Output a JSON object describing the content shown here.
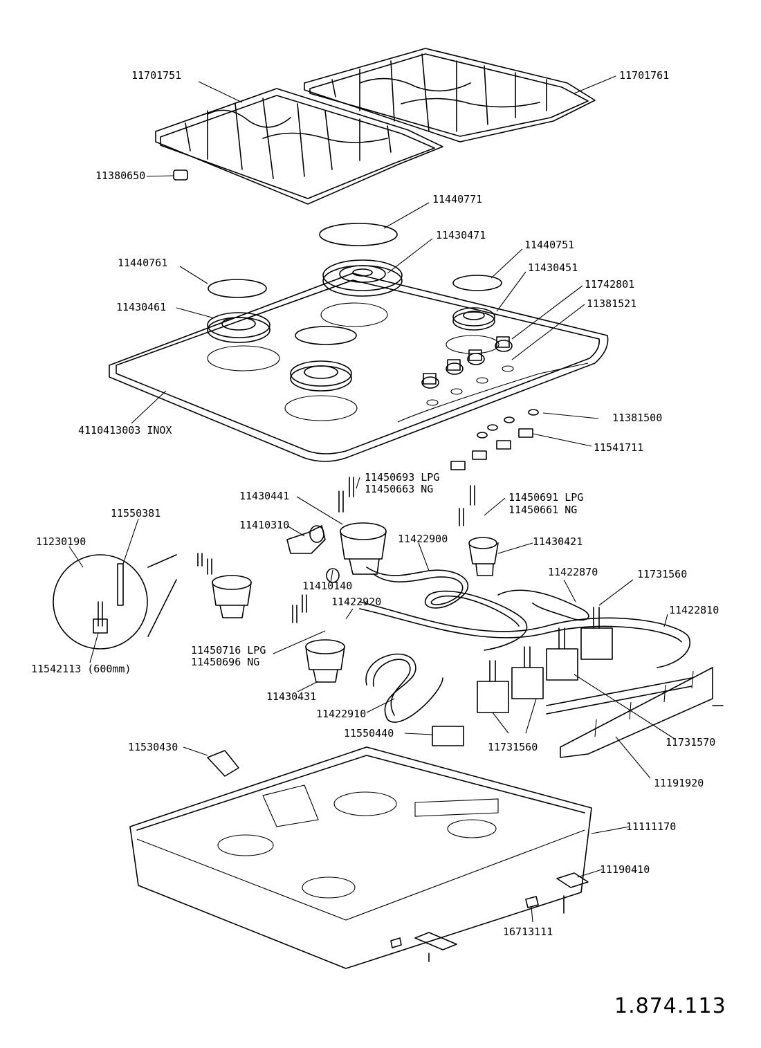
{
  "labels": {
    "p11701751": "11701751",
    "p11701761": "11701761",
    "p11380650": "11380650",
    "p11440771": "11440771",
    "p11430471": "11430471",
    "p11440751": "11440751",
    "p11440761": "11440761",
    "p11430451": "11430451",
    "p11742801": "11742801",
    "p11430461": "11430461",
    "p11381521": "11381521",
    "p4110413003": "4110413003 INOX",
    "p11381500": "11381500",
    "p11541711": "11541711",
    "p11450693": "11450693 LPG",
    "p11450663": "11450663 NG",
    "p11430441": "11430441",
    "p11450691": "11450691 LPG",
    "p11450661": "11450661 NG",
    "p11550381": "11550381",
    "p11410310": "11410310",
    "p11430421": "11430421",
    "p11230190": "11230190",
    "p11422900": "11422900",
    "p11422870": "11422870",
    "p11731560a": "11731560",
    "p11410140": "11410140",
    "p11422920": "11422920",
    "p11422810": "11422810",
    "p11450716": "11450716 LPG",
    "p11450696": "11450696 NG",
    "p11542113": "11542113 (600mm)",
    "p11430431": "11430431",
    "p11422910": "11422910",
    "p11550440": "11550440",
    "p11731570": "11731570",
    "p11530430": "11530430",
    "p11731560b": "11731560",
    "p11191920": "11191920",
    "p11111170": "11111170",
    "p11190410": "11190410",
    "p16713111": "16713111"
  },
  "drawing_code": "1.874.113"
}
